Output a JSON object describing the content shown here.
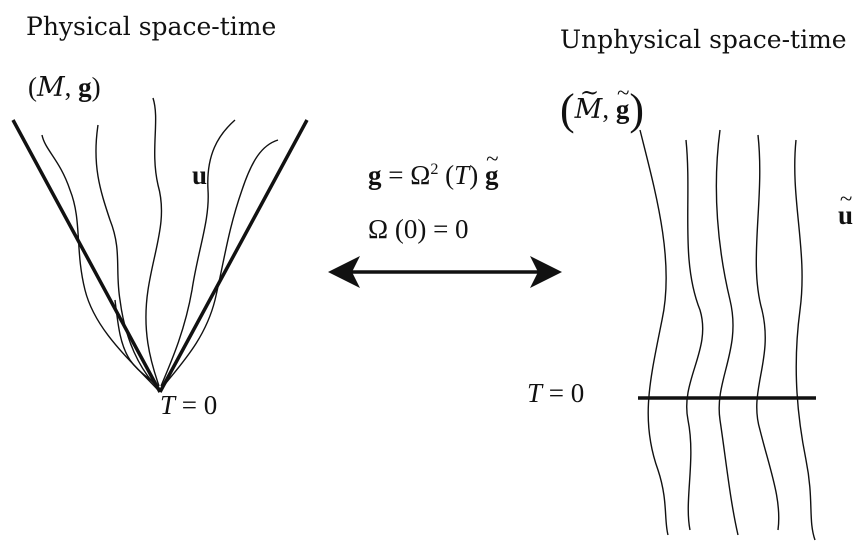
{
  "left_title": "Physical space-time",
  "right_title": "Unphysical space-time",
  "left_space": {
    "manifold": "M",
    "metric": "g"
  },
  "right_space": {
    "manifold": "M",
    "metric": "g"
  },
  "left_flow_label": "u",
  "right_flow_label": "u",
  "relation": {
    "metric_lhs": "g",
    "conformal_factor": "Ω",
    "exponent": "2",
    "time_var": "T",
    "metric_rhs": "g",
    "boundary_condition_lhs": "Ω",
    "boundary_condition_arg": "0",
    "boundary_condition_rhs": "0"
  },
  "left_time_label": {
    "var": "T",
    "value": "0"
  },
  "right_time_label": {
    "var": "T",
    "value": "0"
  },
  "colors": {
    "ink": "#111111",
    "background": "#ffffff"
  }
}
